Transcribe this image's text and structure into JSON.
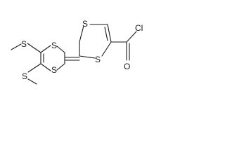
{
  "molecule": {
    "atoms": {
      "s_methylthio_top": "S",
      "s_methylthio_bottom": "S",
      "s_left_ring_top": "S",
      "s_left_ring_bottom": "S",
      "s_right_ring_top": "S",
      "s_right_ring_bottom": "S",
      "chlorine": "Cl",
      "oxygen": "O"
    }
  }
}
